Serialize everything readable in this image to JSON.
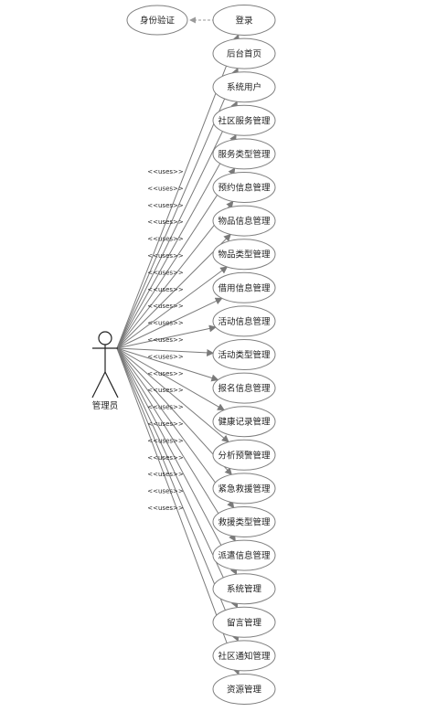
{
  "actor": {
    "name": "管理员",
    "icon": "stick-figure-icon"
  },
  "stereotype": "<<uses>>",
  "extra_use_case": {
    "label": "身份验证"
  },
  "use_cases": [
    "登录",
    "后台首页",
    "系统用户",
    "社区服务管理",
    "服务类型管理",
    "预约信息管理",
    "物品信息管理",
    "物品类型管理",
    "借用信息管理",
    "活动信息管理",
    "活动类型管理",
    "报名信息管理",
    "健康记录管理",
    "分析预警管理",
    "紧急救援管理",
    "救援类型管理",
    "派遣信息管理",
    "系统管理",
    "留言管理",
    "社区通知管理",
    "资源管理"
  ],
  "colors": {
    "line": "#7a7a7a",
    "border": "#808080",
    "text": "#222222"
  }
}
